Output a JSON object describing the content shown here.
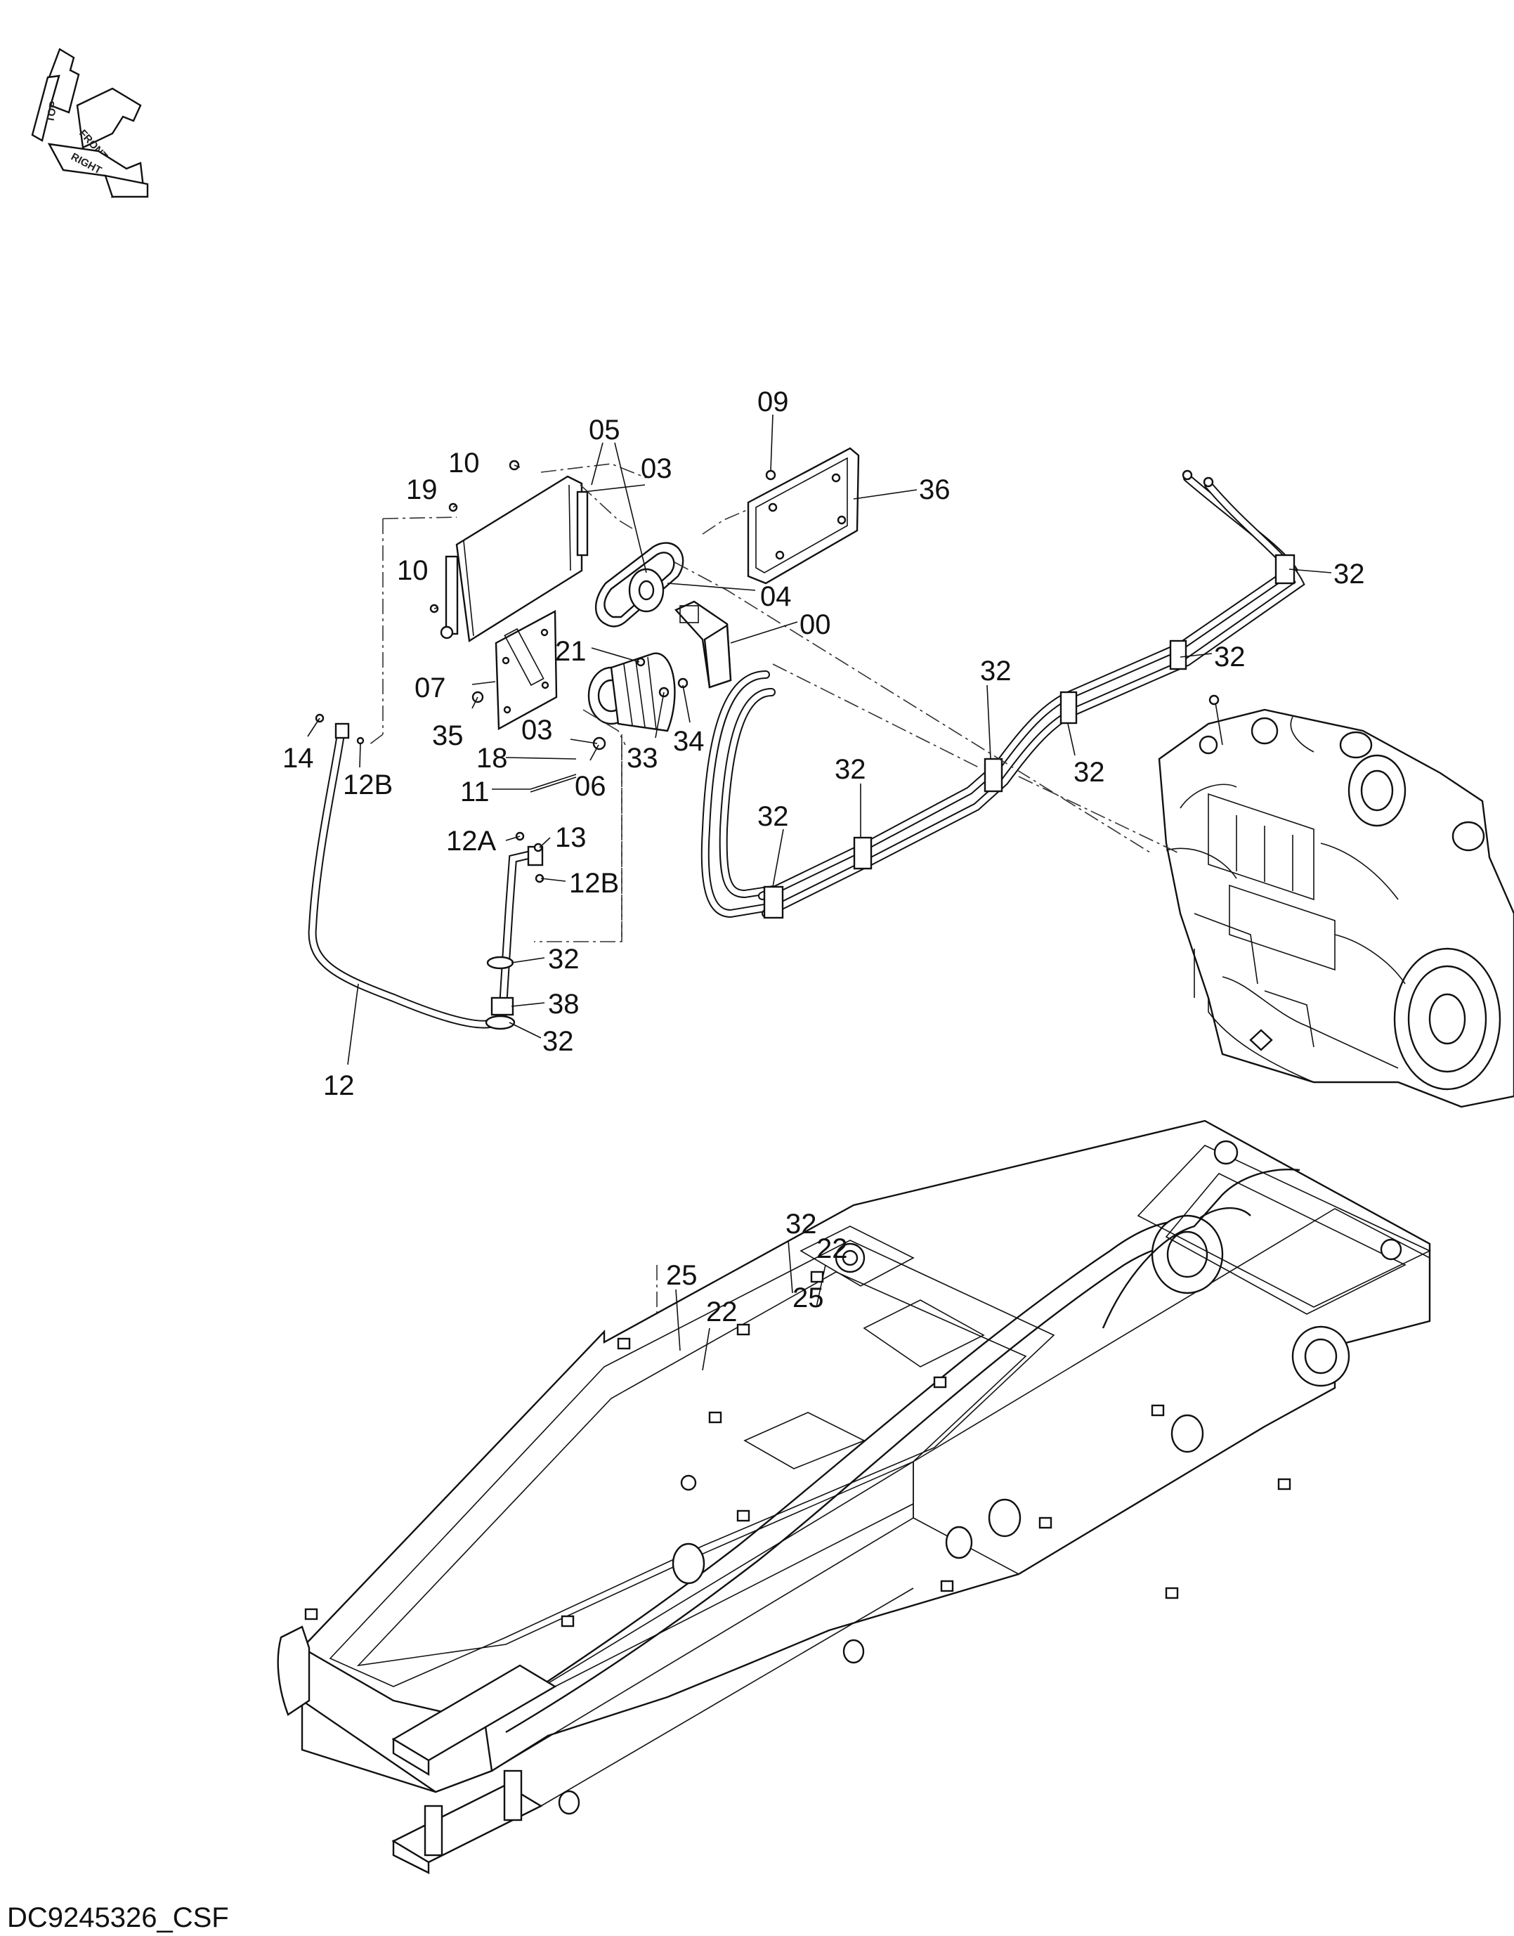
{
  "drawing_code": "DC9245326_CSF",
  "orientation_indicator": {
    "top": "TOP",
    "front": "FRONT",
    "right": "RIGHT"
  },
  "callouts": [
    {
      "id": "09"
    },
    {
      "id": "05"
    },
    {
      "id": "03"
    },
    {
      "id": "10"
    },
    {
      "id": "19"
    },
    {
      "id": "36"
    },
    {
      "id": "10"
    },
    {
      "id": "04"
    },
    {
      "id": "00"
    },
    {
      "id": "21"
    },
    {
      "id": "07"
    },
    {
      "id": "35"
    },
    {
      "id": "03"
    },
    {
      "id": "33"
    },
    {
      "id": "34"
    },
    {
      "id": "14"
    },
    {
      "id": "12B"
    },
    {
      "id": "18"
    },
    {
      "id": "06"
    },
    {
      "id": "11"
    },
    {
      "id": "12A"
    },
    {
      "id": "13"
    },
    {
      "id": "12B"
    },
    {
      "id": "32"
    },
    {
      "id": "38"
    },
    {
      "id": "32"
    },
    {
      "id": "12"
    },
    {
      "id": "32"
    },
    {
      "id": "32"
    },
    {
      "id": "32"
    },
    {
      "id": "32"
    },
    {
      "id": "32"
    },
    {
      "id": "32"
    },
    {
      "id": "32"
    },
    {
      "id": "22"
    },
    {
      "id": "25"
    },
    {
      "id": "22"
    },
    {
      "id": "25"
    }
  ],
  "colors": {
    "line": "#111111",
    "background": "#ffffff"
  }
}
